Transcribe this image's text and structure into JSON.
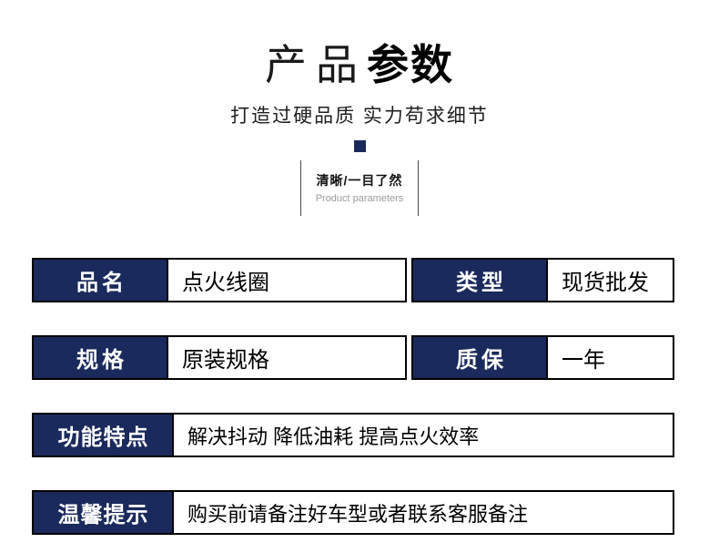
{
  "colors": {
    "navy": "#1b2a5c"
  },
  "header": {
    "title_light": "产品",
    "title_bold": "参数",
    "subtitle": "打造过硬品质 实力苟求细节",
    "tagline_cn": "清晰/一目了然",
    "tagline_en": "Product parameters"
  },
  "table": {
    "rows": [
      {
        "cells": [
          {
            "label": "品名",
            "value": "点火线圈"
          },
          {
            "label": "类型",
            "value": "现货批发"
          }
        ]
      },
      {
        "cells": [
          {
            "label": "规格",
            "value": "原装规格"
          },
          {
            "label": "质保",
            "value": "一年"
          }
        ]
      },
      {
        "cells": [
          {
            "label": "功能特点",
            "value": "解决抖动 降低油耗 提高点火效率"
          }
        ]
      },
      {
        "cells": [
          {
            "label": "温馨提示",
            "value": "购买前请备注好车型或者联系客服备注"
          }
        ]
      }
    ]
  }
}
